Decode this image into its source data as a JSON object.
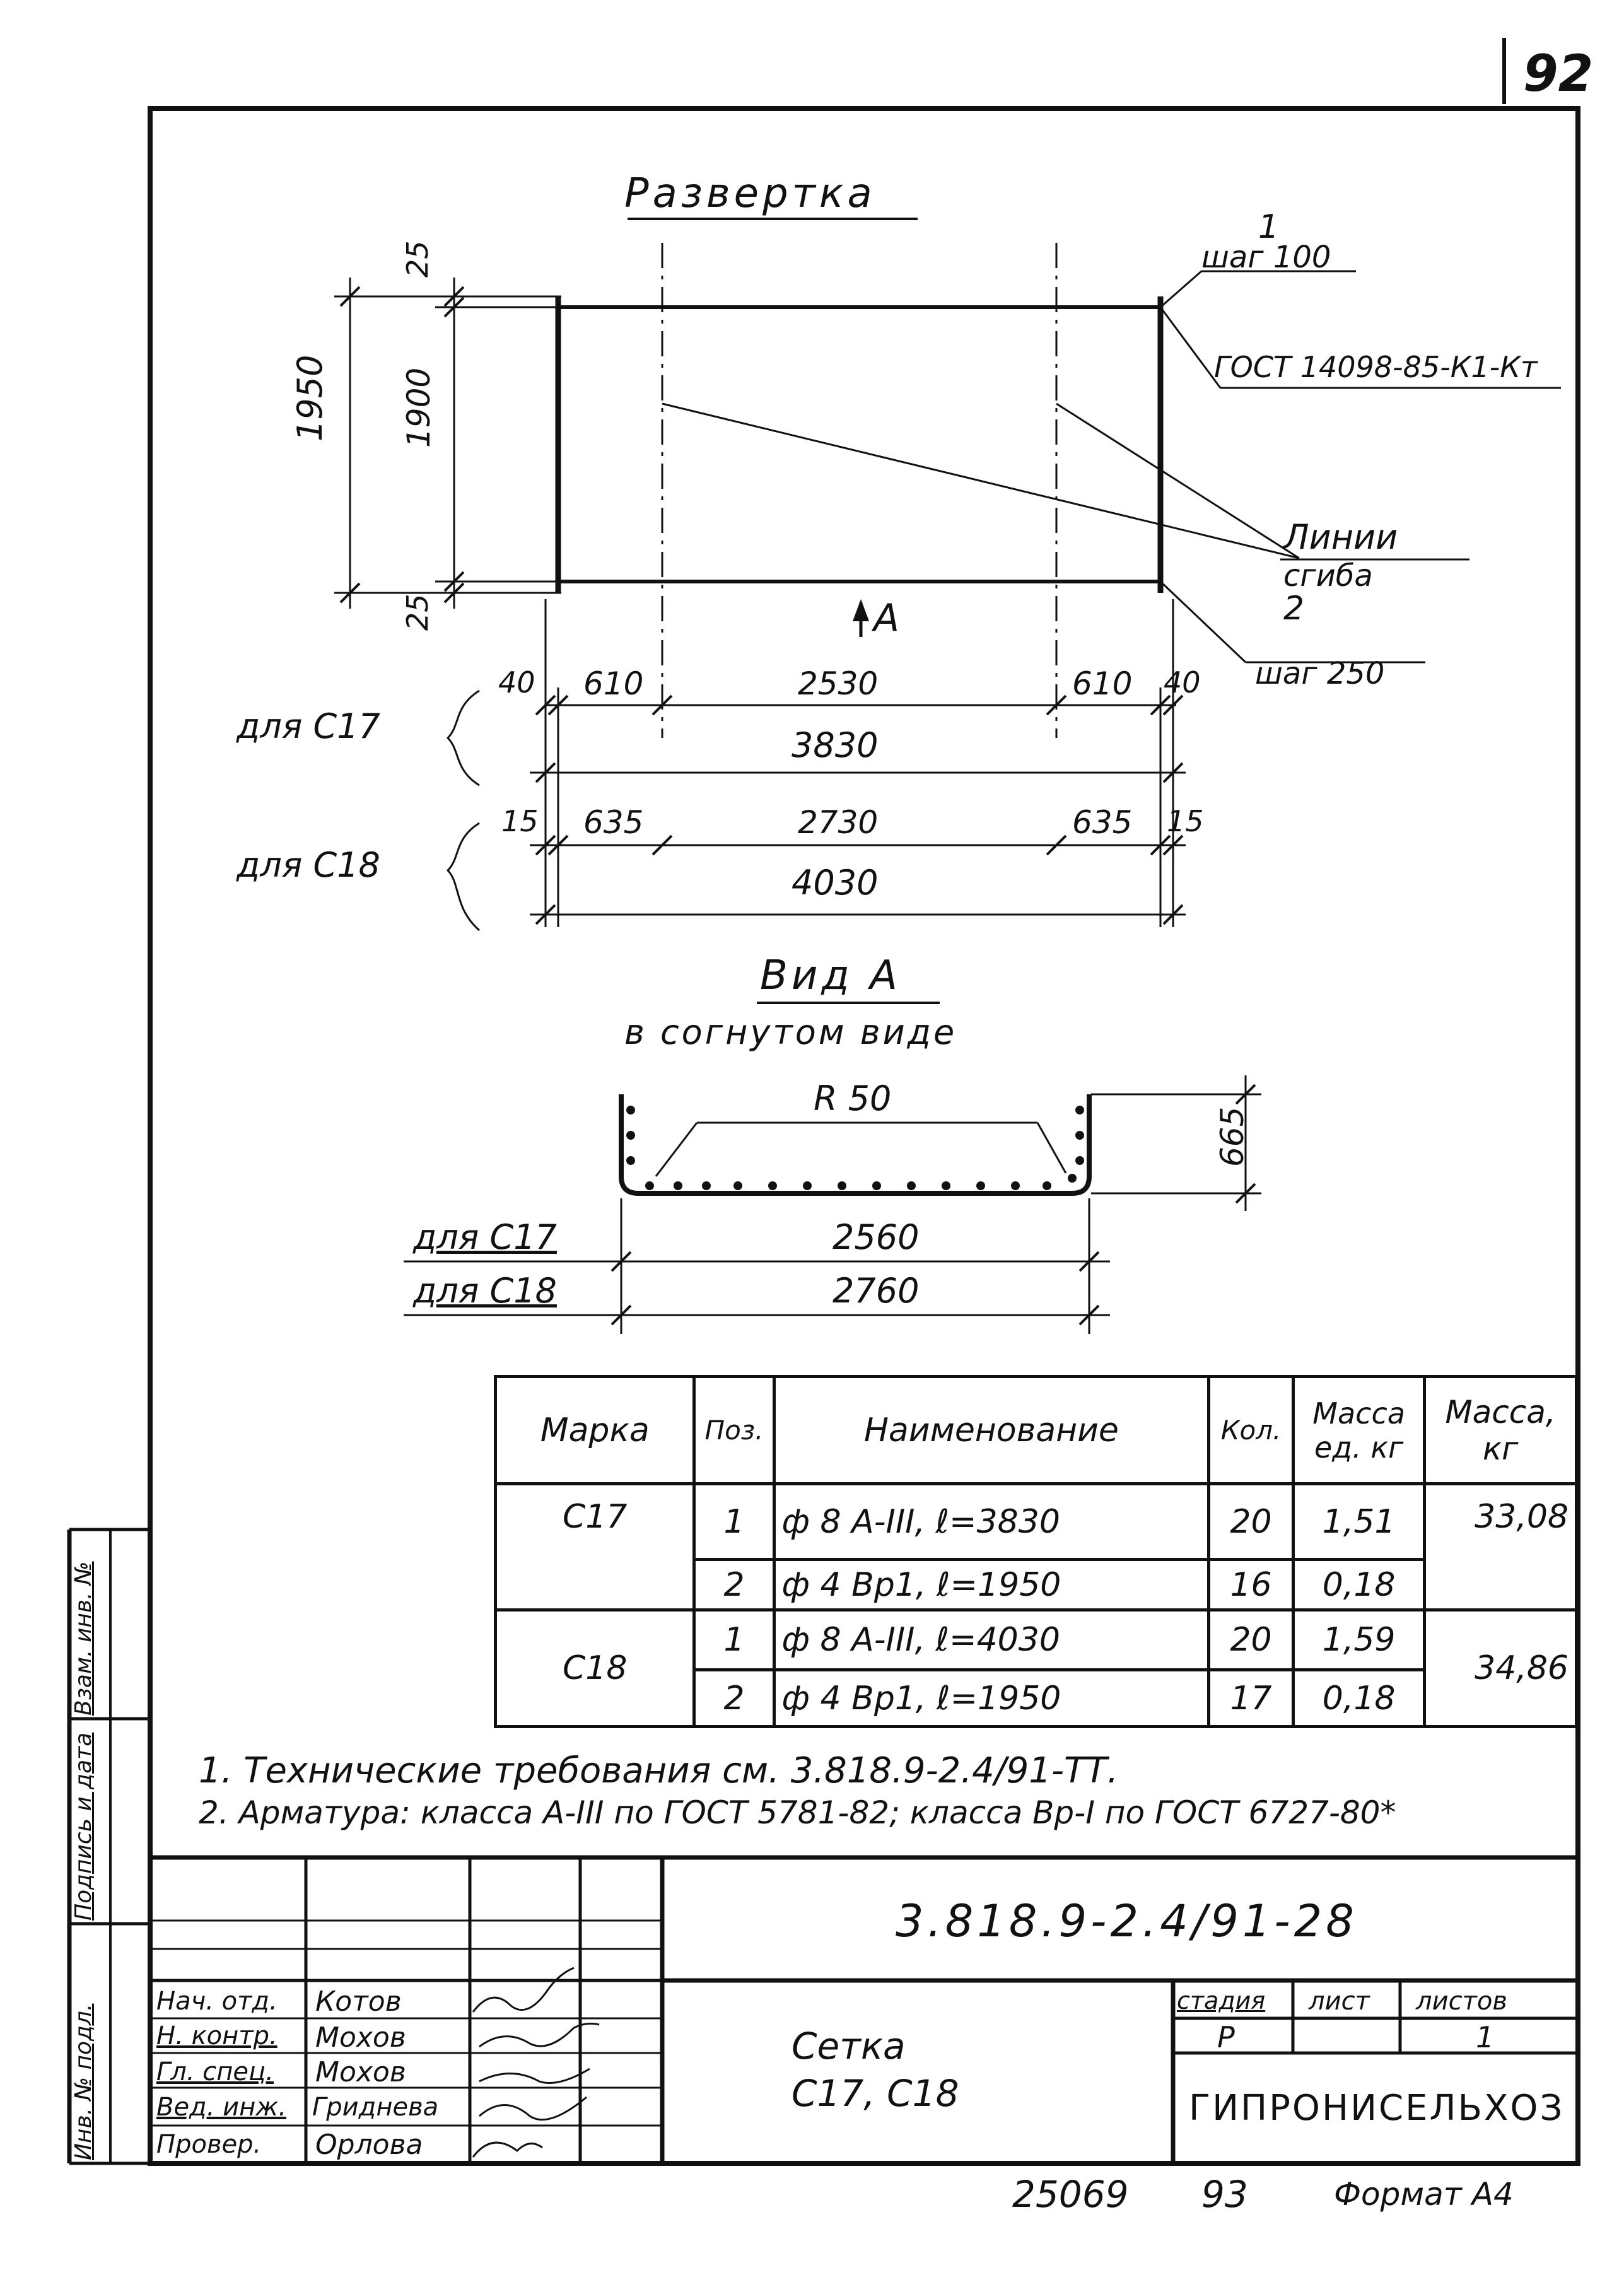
{
  "page_number": "92",
  "unfold": {
    "title": "Развертка",
    "pos1_num": "1",
    "pos1_step": "шаг 100",
    "gost_wire": "ГОСТ 14098-85-К1-Кт",
    "bend_lines": "Линии",
    "bend_lines2": "сгиба",
    "pos2_num": "2",
    "pos2_step": "шаг 250",
    "view_arrow": "А",
    "dim_total_h": "1950",
    "dim_inner_h": "1900",
    "dim_top": "25",
    "dim_bottom": "25",
    "for_c17": "для С17",
    "for_c18": "для С18",
    "c17_dims": [
      "40",
      "610",
      "2530",
      "610",
      "40"
    ],
    "c17_total": "3830",
    "c18_dims": [
      "15",
      "635",
      "2730",
      "635",
      "15"
    ],
    "c18_total": "4030"
  },
  "view_a": {
    "title": "Вид А",
    "subtitle": "в согнутом виде",
    "radius": "R 50",
    "height": "665",
    "for_c17": "для С17",
    "for_c18": "для С18",
    "w_c17": "2560",
    "w_c18": "2760"
  },
  "spec_table": {
    "headers": [
      "Марка",
      "Поз.",
      "Наименование",
      "Кол.",
      "Масса ед. кг",
      "Масса, кг"
    ],
    "rows": [
      {
        "mark": "С17",
        "pos": "1",
        "name": "ф 8 А-III, ℓ=3830",
        "qty": "20",
        "unit_mass": "1,51",
        "total": "33,08"
      },
      {
        "mark": "",
        "pos": "2",
        "name": "ф 4 Вр1, ℓ=1950",
        "qty": "16",
        "unit_mass": "0,18",
        "total": ""
      },
      {
        "mark": "С18",
        "pos": "1",
        "name": "ф 8 А-III, ℓ=4030",
        "qty": "20",
        "unit_mass": "1,59",
        "total": "34,86"
      },
      {
        "mark": "",
        "pos": "2",
        "name": "ф 4 Вр1, ℓ=1950",
        "qty": "17",
        "unit_mass": "0,18",
        "total": ""
      }
    ]
  },
  "notes": [
    "1. Технические требования см. 3.818.9-2.4/91-ТТ.",
    "2. Арматура: класса А-III по ГОСТ 5781-82; класса Вр-I по ГОСТ 6727-80*"
  ],
  "title_block": {
    "code": "3.818.9-2.4/91-28",
    "roles": [
      "Нач. отд.",
      "Н. контр.",
      "Гл. спец.",
      "Вед. инж.",
      "Провер."
    ],
    "names": [
      "Котов",
      "Мохов",
      "Мохов",
      "Гриднева",
      "Орлова"
    ],
    "item_name_1": "Сетка",
    "item_name_2": "С17, С18",
    "stage_label": "стадия",
    "sheet_label": "лист",
    "sheets_label": "листов",
    "stage": "Р",
    "sheet": "",
    "sheets": "1",
    "org": "ГИПРОНИСЕЛЬХОЗ",
    "side_labels": [
      "Инв. № подл.",
      "Подпись и дата",
      "Взам. инв. №"
    ]
  },
  "footer": {
    "number": "25069",
    "page": "93",
    "format": "Формат А4"
  }
}
